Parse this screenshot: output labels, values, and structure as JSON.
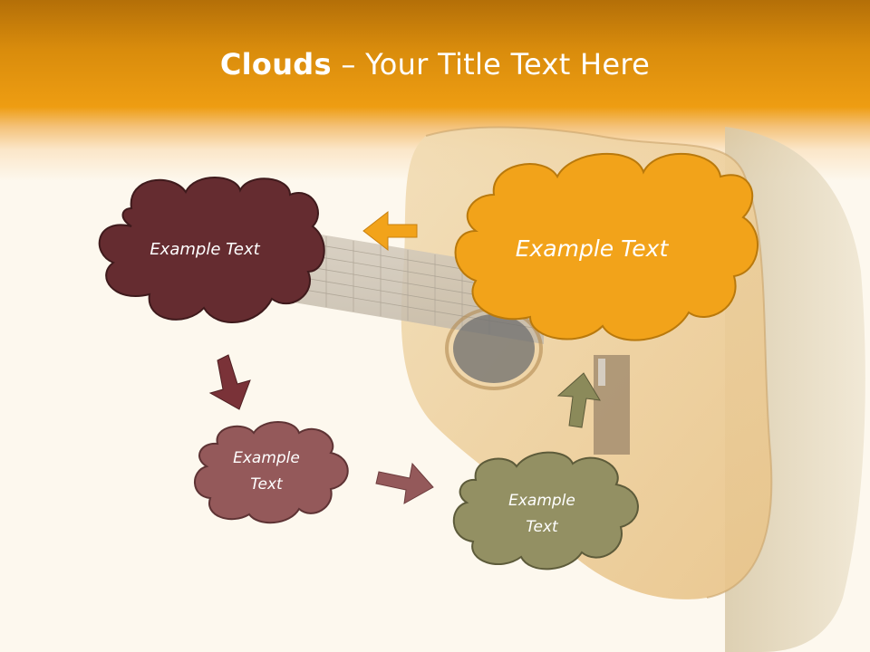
{
  "title": {
    "bold": "Clouds",
    "separator": " – ",
    "rest": "Your Title Text Here"
  },
  "clouds": [
    {
      "label": "Example Text",
      "color": "#652c30"
    },
    {
      "label": "Example Text",
      "color": "#f2a31a"
    },
    {
      "label_line1": "Example",
      "label_line2": "Text",
      "color": "#94595a"
    },
    {
      "label_line1": "Example",
      "label_line2": "Text",
      "color": "#939063"
    }
  ],
  "arrows": [
    {
      "direction": "down",
      "color": "#7a3238"
    },
    {
      "direction": "right",
      "color": "#94595a"
    },
    {
      "direction": "up",
      "color": "#8b8a5a"
    },
    {
      "direction": "left",
      "color": "#f2a31a"
    }
  ]
}
